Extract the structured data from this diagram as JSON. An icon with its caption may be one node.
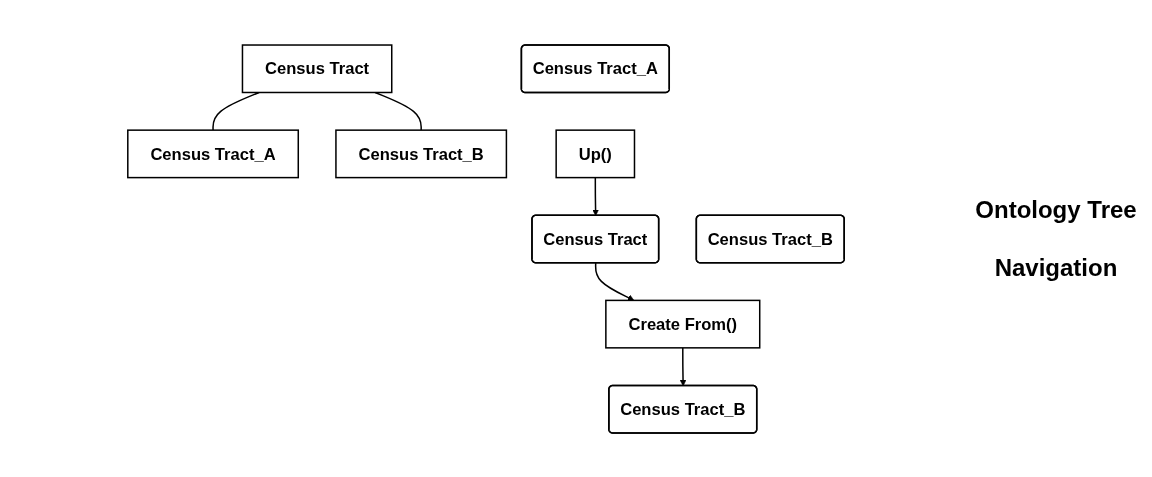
{
  "diagram": {
    "nodes": [
      {
        "text": [
          "Census Tract"
        ]
      },
      {
        "text": [
          "Census Tract_A"
        ]
      },
      {
        "text": [
          "Census Tract_B"
        ]
      },
      {
        "text": [
          "Census Tract_A"
        ]
      },
      {
        "text": [
          "Up()"
        ]
      },
      {
        "text": [
          "Census Tract"
        ]
      },
      {
        "text": [
          "Census Tract_B"
        ]
      },
      {
        "text": [
          "Create From()"
        ]
      },
      {
        "text": [
          "Census Tract_B"
        ]
      }
    ],
    "edges": [
      {
        "from": 0,
        "to": 1,
        "arrow": "none"
      },
      {
        "from": 0,
        "to": 2,
        "arrow": "none"
      },
      {
        "from": 4,
        "to": 5,
        "arrow": "to"
      },
      {
        "from": 5,
        "to": 7,
        "arrow": "to"
      },
      {
        "from": 7,
        "to": 8,
        "arrow": "to"
      }
    ],
    "labels": [
      "Ontology Tree",
      "Navigation"
    ]
  }
}
